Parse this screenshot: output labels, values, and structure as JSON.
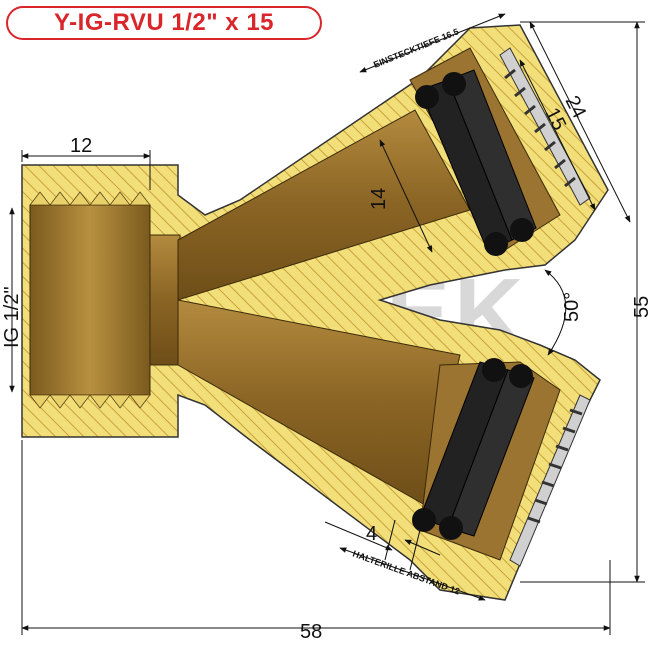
{
  "title": "Y-IG-RVU 1/2\" x 15",
  "watermark": "EUROTEK",
  "dimensions": {
    "thread_length": "12",
    "thread_label": "IG 1/2\"",
    "bore": "14",
    "outer_diameter": "24",
    "inner_diameter": "15",
    "angle": "50°",
    "height": "55",
    "length": "58",
    "groove": "4",
    "insertion_depth_label": "EINSTECKTIEFE 16.5",
    "groove_distance_label": "HALTERILLE ABSTAND 12"
  },
  "colors": {
    "title": "#d9262b",
    "brass_section": "#f2df7a",
    "brass_bore": "#8a6424",
    "seal": "#222222",
    "dimension_line": "#111111"
  }
}
